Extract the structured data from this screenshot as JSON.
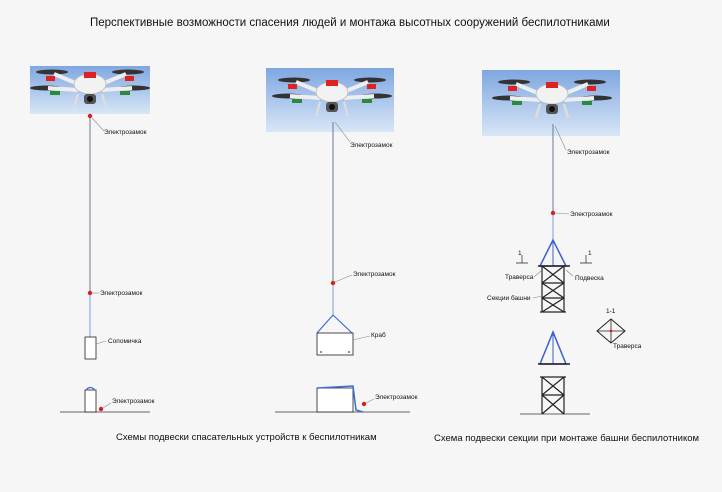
{
  "title": "Перспективные возможности спасения людей и монтажа высотных сооружений беспилотниками",
  "captions": {
    "rescue": "Схемы подвески спасательных устройств к беспилотникам",
    "tower": "Схема подвески секции при монтаже башни беспилотником"
  },
  "labels": {
    "electrolock": "Электрозамок",
    "stretcher": "Сопомичка",
    "crab": "Краб",
    "traverse": "Траверса",
    "suspension": "Подвеска",
    "tower_sections": "Секции башни",
    "section_mark": "1",
    "section_1_1": "1-1",
    "traverse_right": "Траверса"
  },
  "colors": {
    "sky": "#a9c8ee",
    "lock_dot": "#d62020",
    "cable_blue": "#3a6ed8",
    "frame_dark": "#222222"
  }
}
